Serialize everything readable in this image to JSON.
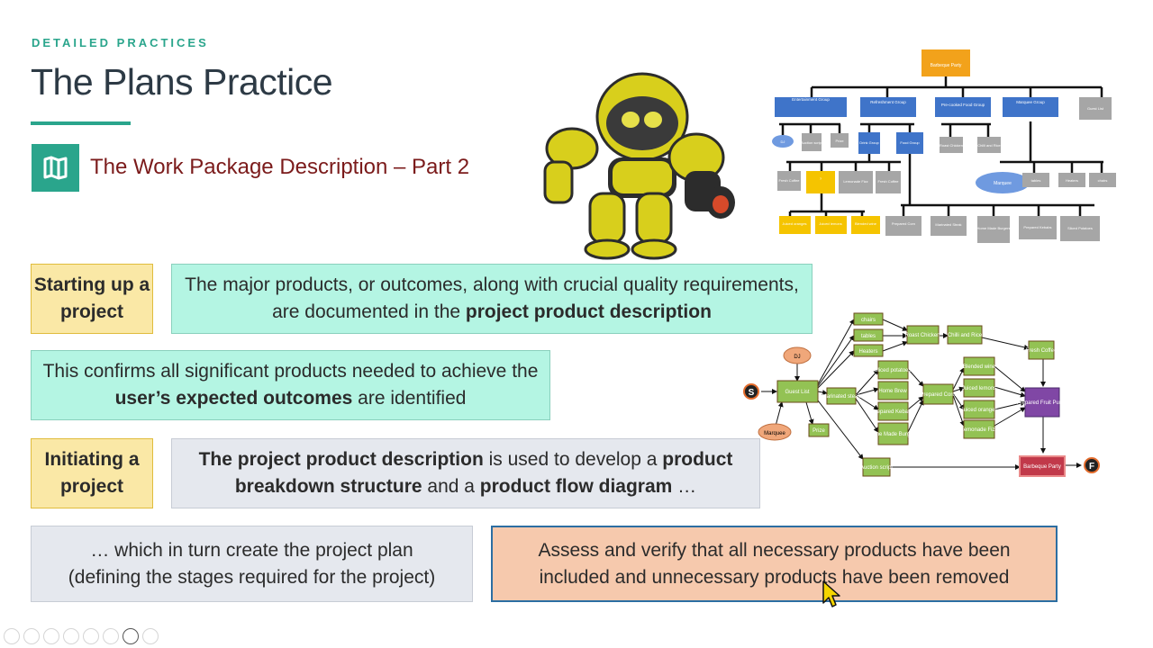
{
  "header": {
    "kicker": "DETAILED PRACTICES",
    "title": "The Plans Practice",
    "subtitle": "The Work Package Description – Part 2",
    "subtitle_icon": "map-icon"
  },
  "rows": {
    "starting": {
      "label": "Starting up a project",
      "text_pre": "The major products, or outcomes, along with crucial quality requirements, are documented in the ",
      "text_bold": "project product description"
    },
    "confirm": {
      "text_pre": "This confirms all significant products needed to achieve the ",
      "text_bold": "user’s expected outcomes",
      "text_post": " are identified"
    },
    "initiating": {
      "label": "Initiating a project",
      "b1": "The project product description",
      "t1": " is used to develop a ",
      "b2": "product breakdown structure",
      "t2": " and a ",
      "b3": "product flow diagram",
      "t3": " …"
    },
    "plan": {
      "line1": "… which in turn create the project plan",
      "line2": "(defining the stages required for the project)"
    },
    "assess": {
      "line1": "Assess and verify that all necessary products have been",
      "line2": "included and unnecessary products have been removed"
    }
  },
  "pbs": {
    "root": "Barbeque Party",
    "groups": [
      "Entertainment Group",
      "Refreshment Group",
      "Pre-cooked Food Group",
      "Marquee Group",
      "Guest List"
    ],
    "ent_items": [
      "DJ",
      "Auction script",
      "Prize"
    ],
    "refresh_items": [
      "Drink Group",
      "Food Group"
    ],
    "precooked_items": [
      "Roast Chicken",
      "Chilli and Rice"
    ],
    "marquee_items": [
      "Marquee",
      "tables",
      "Heaters",
      "chairs"
    ],
    "drink_items": [
      "Fresh Coffee",
      "?",
      "Lemonade Fizz",
      "Fresh Coffee"
    ],
    "juice_items": [
      "Juiced oranges",
      "Juiced lemons",
      "Blended wine"
    ],
    "food_items": [
      "Prepared Corn",
      "Marinated Steak",
      "Home Made Burgers",
      "Prepared Kebabs",
      "Sliced Potatoes"
    ]
  },
  "pfd": {
    "start": "S",
    "finish": "F",
    "nodes": {
      "chairs": "chairs",
      "tables": "tables",
      "heaters": "Heaters",
      "roast": "Roast Chicken",
      "chilli": "Chilli and Rice",
      "coffee": "Fresh Coffee",
      "dj": "DJ",
      "guest": "Guest List",
      "marquee": "Marquee",
      "prize": "Prize",
      "steak": "Marinated steak",
      "potatoes": "Sliced potatoes",
      "homebrew": "Home Brew",
      "kebabs": "Prepared Kebabs",
      "burgers": "Home Made Burgers",
      "corn": "Prepared Corn",
      "wine": "Blended wine",
      "lemons": "Juiced lemons",
      "oranges": "Juiced oranges",
      "lemonade": "Lemonade Fizz",
      "punch": "Prepared Fruit Punch",
      "auction": "Auction script",
      "party": "Barbeque Party"
    }
  },
  "colors": {
    "accent": "#2aa58c",
    "title": "#2d3a45",
    "subtitle": "#7b1b1b",
    "pbs_blue": "#3f74c9",
    "pbs_orange": "#f2a21b",
    "pbs_yellow": "#f5c400",
    "pbs_grey": "#a6a6a6",
    "pfd_green": "#93c254",
    "pfd_purple": "#8047a5",
    "pfd_red": "#c1394a",
    "pfd_orange": "#f0a77a"
  },
  "toolbar": {
    "icons": [
      "back-icon",
      "forward-icon",
      "pen-icon",
      "copy-icon",
      "zoom-icon",
      "subtitles-icon",
      "record-icon",
      "more-icon"
    ]
  }
}
